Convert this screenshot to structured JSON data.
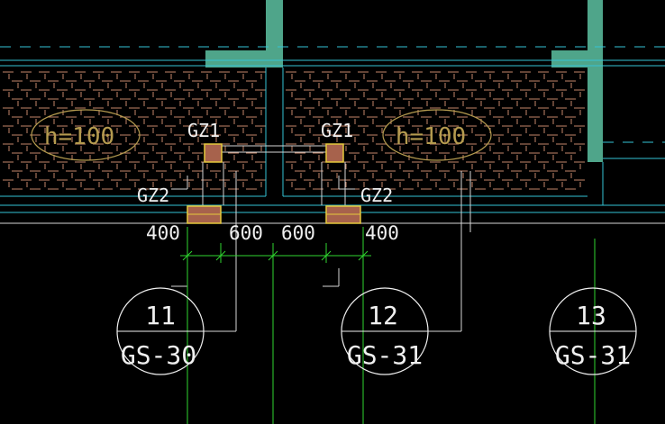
{
  "colors": {
    "background": "#000000",
    "hatch": "#c4866a",
    "wall": "#4fa58a",
    "cyan": "#34c3d6",
    "green": "#2fd62f",
    "yellow": "#e6c93d",
    "oval": "#b59b4f",
    "column_fill": "#a7624c",
    "white": "#f0f0f0",
    "ltgray": "#d6d6d6"
  },
  "slab_labels": [
    {
      "text": "h=100"
    },
    {
      "text": "h=100"
    }
  ],
  "columns": [
    {
      "label": "GZ1"
    },
    {
      "label": "GZ1"
    },
    {
      "label": "GZ2"
    },
    {
      "label": "GZ2"
    }
  ],
  "dimensions": [
    "400",
    "600",
    "600",
    "400"
  ],
  "grid_bubbles": [
    {
      "number": "11",
      "code": "GS-30"
    },
    {
      "number": "12",
      "code": "GS-31"
    },
    {
      "number": "13",
      "code": "GS-31"
    }
  ]
}
